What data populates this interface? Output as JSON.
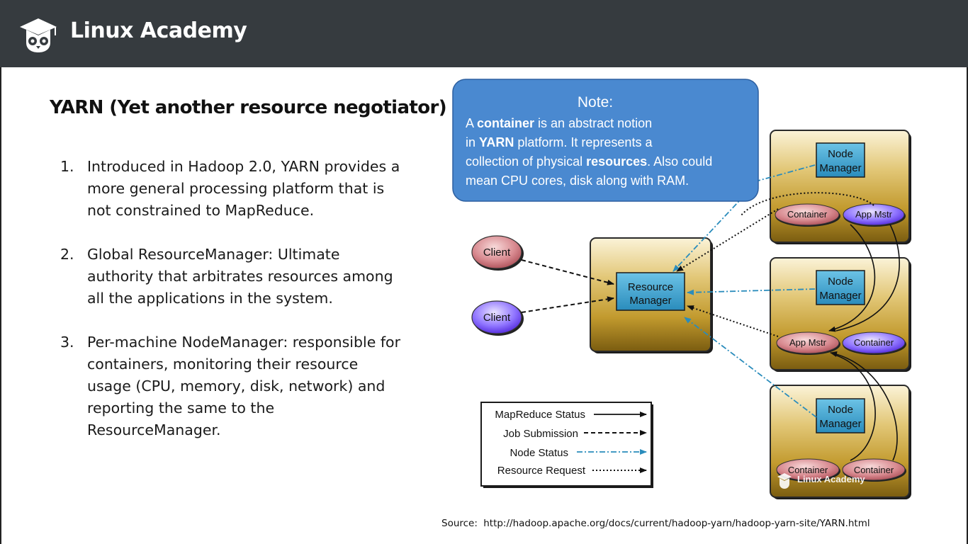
{
  "header": {
    "brand": "Linux Academy"
  },
  "slide": {
    "title": "YARN (Yet another resource negotiator)",
    "points": [
      {
        "num": "1.",
        "text": "Introduced in Hadoop 2.0, YARN provides a more general processing platform that is not constrained to MapReduce."
      },
      {
        "num": "2.",
        "text": "Global ResourceManager: Ultimate authority that arbitrates resources among all the applications in the system."
      },
      {
        "num": "3.",
        "text": "Per-machine NodeManager: responsible for containers, monitoring their resource usage (CPU, memory, disk, network) and reporting the same to the ResourceManager."
      }
    ],
    "source_label": "Source:",
    "source_url": "http://hadoop.apache.org/docs/current/hadoop-yarn/hadoop-yarn-site/YARN.html"
  },
  "diagram": {
    "note": {
      "heading": "Note:",
      "line1": {
        "a": "A ",
        "b": "container",
        "c": " is an abstract notion"
      },
      "line2": {
        "a": "in ",
        "b": "YARN",
        "c": " platform. It represents a"
      },
      "line3": {
        "a": "collection of physical ",
        "b": "resources",
        "c": ". Also could"
      },
      "line4": "mean CPU cores, disk along with RAM."
    },
    "client1": "Client",
    "client2": "Client",
    "rm_line1": "Resource",
    "rm_line2": "Manager",
    "nm_line1": "Node",
    "nm_line2": "Manager",
    "node1": {
      "left": "Container",
      "right": "App Mstr"
    },
    "node2": {
      "left": "App Mstr",
      "right": "Container"
    },
    "node3": {
      "left": "Container",
      "right": "Container"
    },
    "legend": [
      "MapReduce Status",
      "Job Submission",
      "Node Status",
      "Resource Request"
    ],
    "watermark": "Linux Academy"
  },
  "colors": {
    "topbar": "#363b3f",
    "note_blue": "#4a89d0",
    "node_gold": "#c8a034",
    "manager_teal": "#3aa3cc",
    "pink_oval": "#c96a72",
    "purple_oval": "#5c39e8"
  }
}
